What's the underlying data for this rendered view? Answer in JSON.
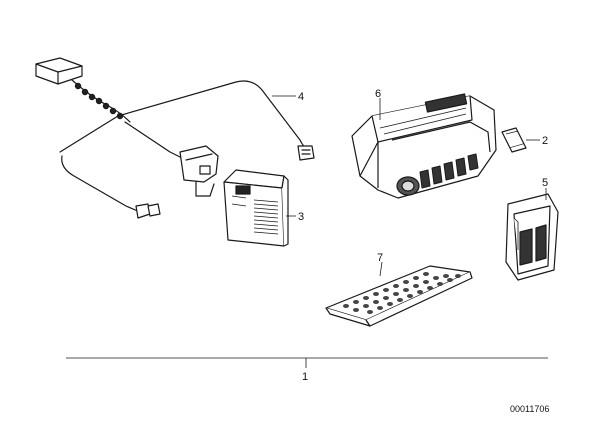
{
  "diagram": {
    "callouts": {
      "c1": "1",
      "c2": "2",
      "c3": "3",
      "c4": "4",
      "c5": "5",
      "c6": "6",
      "c7": "7"
    },
    "document_number": "00011706"
  }
}
